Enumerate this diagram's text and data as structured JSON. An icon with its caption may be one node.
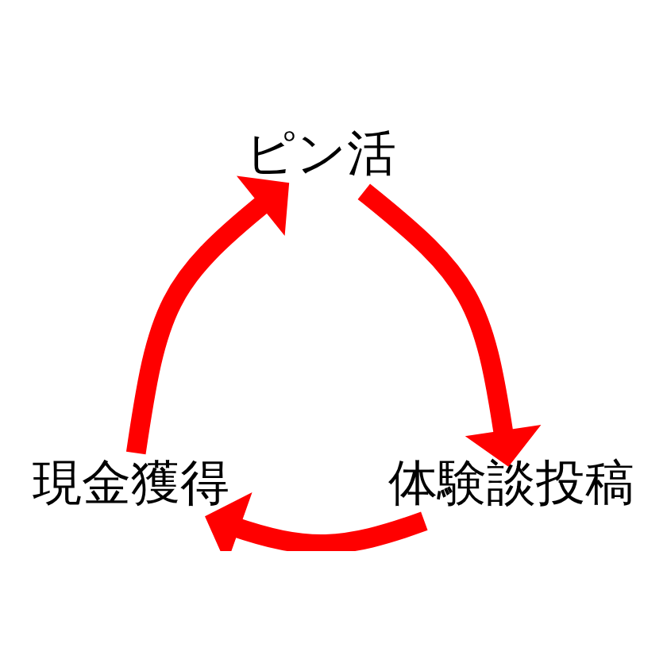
{
  "diagram": {
    "nodes": [
      {
        "text": [
          "ピン活"
        ]
      },
      {
        "text": [
          "体験談投稿"
        ]
      },
      {
        "text": [
          "現金獲得"
        ]
      }
    ],
    "edges": [
      {
        "from": 0,
        "to": 1,
        "arrow": "to"
      },
      {
        "from": 1,
        "to": 2,
        "arrow": "to"
      },
      {
        "from": 2,
        "to": 0,
        "arrow": "to"
      }
    ]
  }
}
